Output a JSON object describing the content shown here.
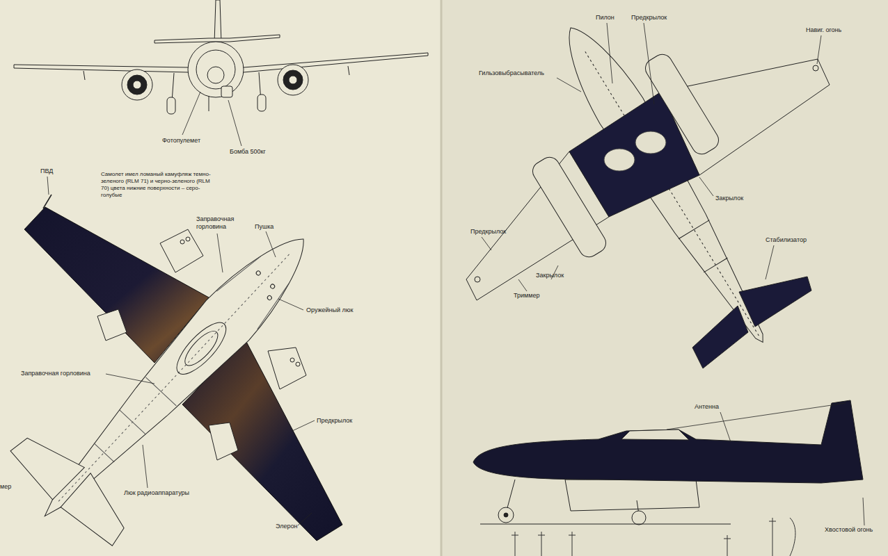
{
  "diagram": {
    "labels": [
      "Фотопулемет",
      "Бомба 500кг",
      "Самолет имел ломаный камуфляж темно-зеленого (RLM 71) и черно-зеленого (RLM 70) цвета нижние поверхности – серо-голубые",
      "ПВД",
      "Заправочная горловина",
      "Пушка",
      "Оружейный люк",
      "Заправочная горловина",
      "Предкрылок",
      "Люк радиоаппаратуры",
      "Элерон",
      "мер",
      "Пилон",
      "Предкрылок",
      "Навиг. огонь",
      "Гильзовыбрасыватель",
      "Закрылок",
      "Предкрылок",
      "Стабилизатор",
      "Закрылок",
      "Триммер",
      "Антенна",
      "Хвостовой огонь"
    ]
  }
}
